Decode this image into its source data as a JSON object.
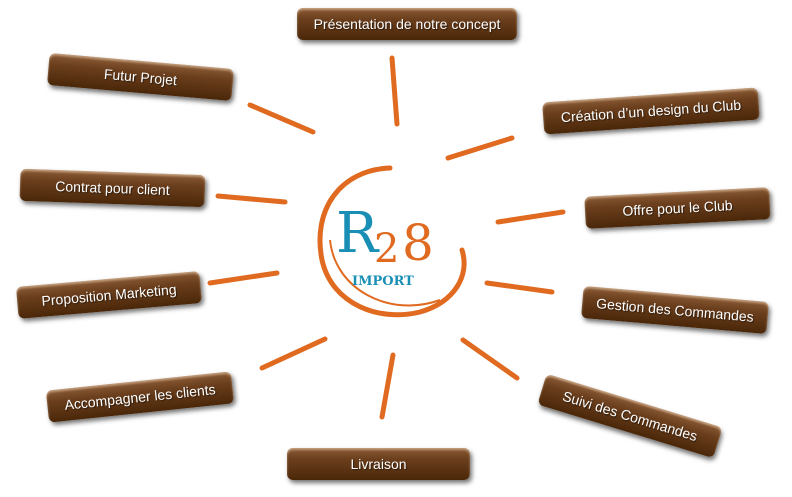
{
  "center_logo": {
    "text_main": "R28",
    "text_sub": "IMPORT",
    "colors": {
      "blue": "#1a8fb5",
      "orange": "#e06a20"
    }
  },
  "nodes": [
    {
      "label": "Présentation de notre concept"
    },
    {
      "label": "Futur Projet"
    },
    {
      "label": "Création d’un design du Club"
    },
    {
      "label": "Contrat pour client"
    },
    {
      "label": "Offre pour le Club"
    },
    {
      "label": "Proposition Marketing"
    },
    {
      "label": "Gestion des Commandes"
    },
    {
      "label": "Accompagner les clients"
    },
    {
      "label": "Suivi des Commandes"
    },
    {
      "label": "Livraison"
    }
  ],
  "connector_color": "#e06a20"
}
